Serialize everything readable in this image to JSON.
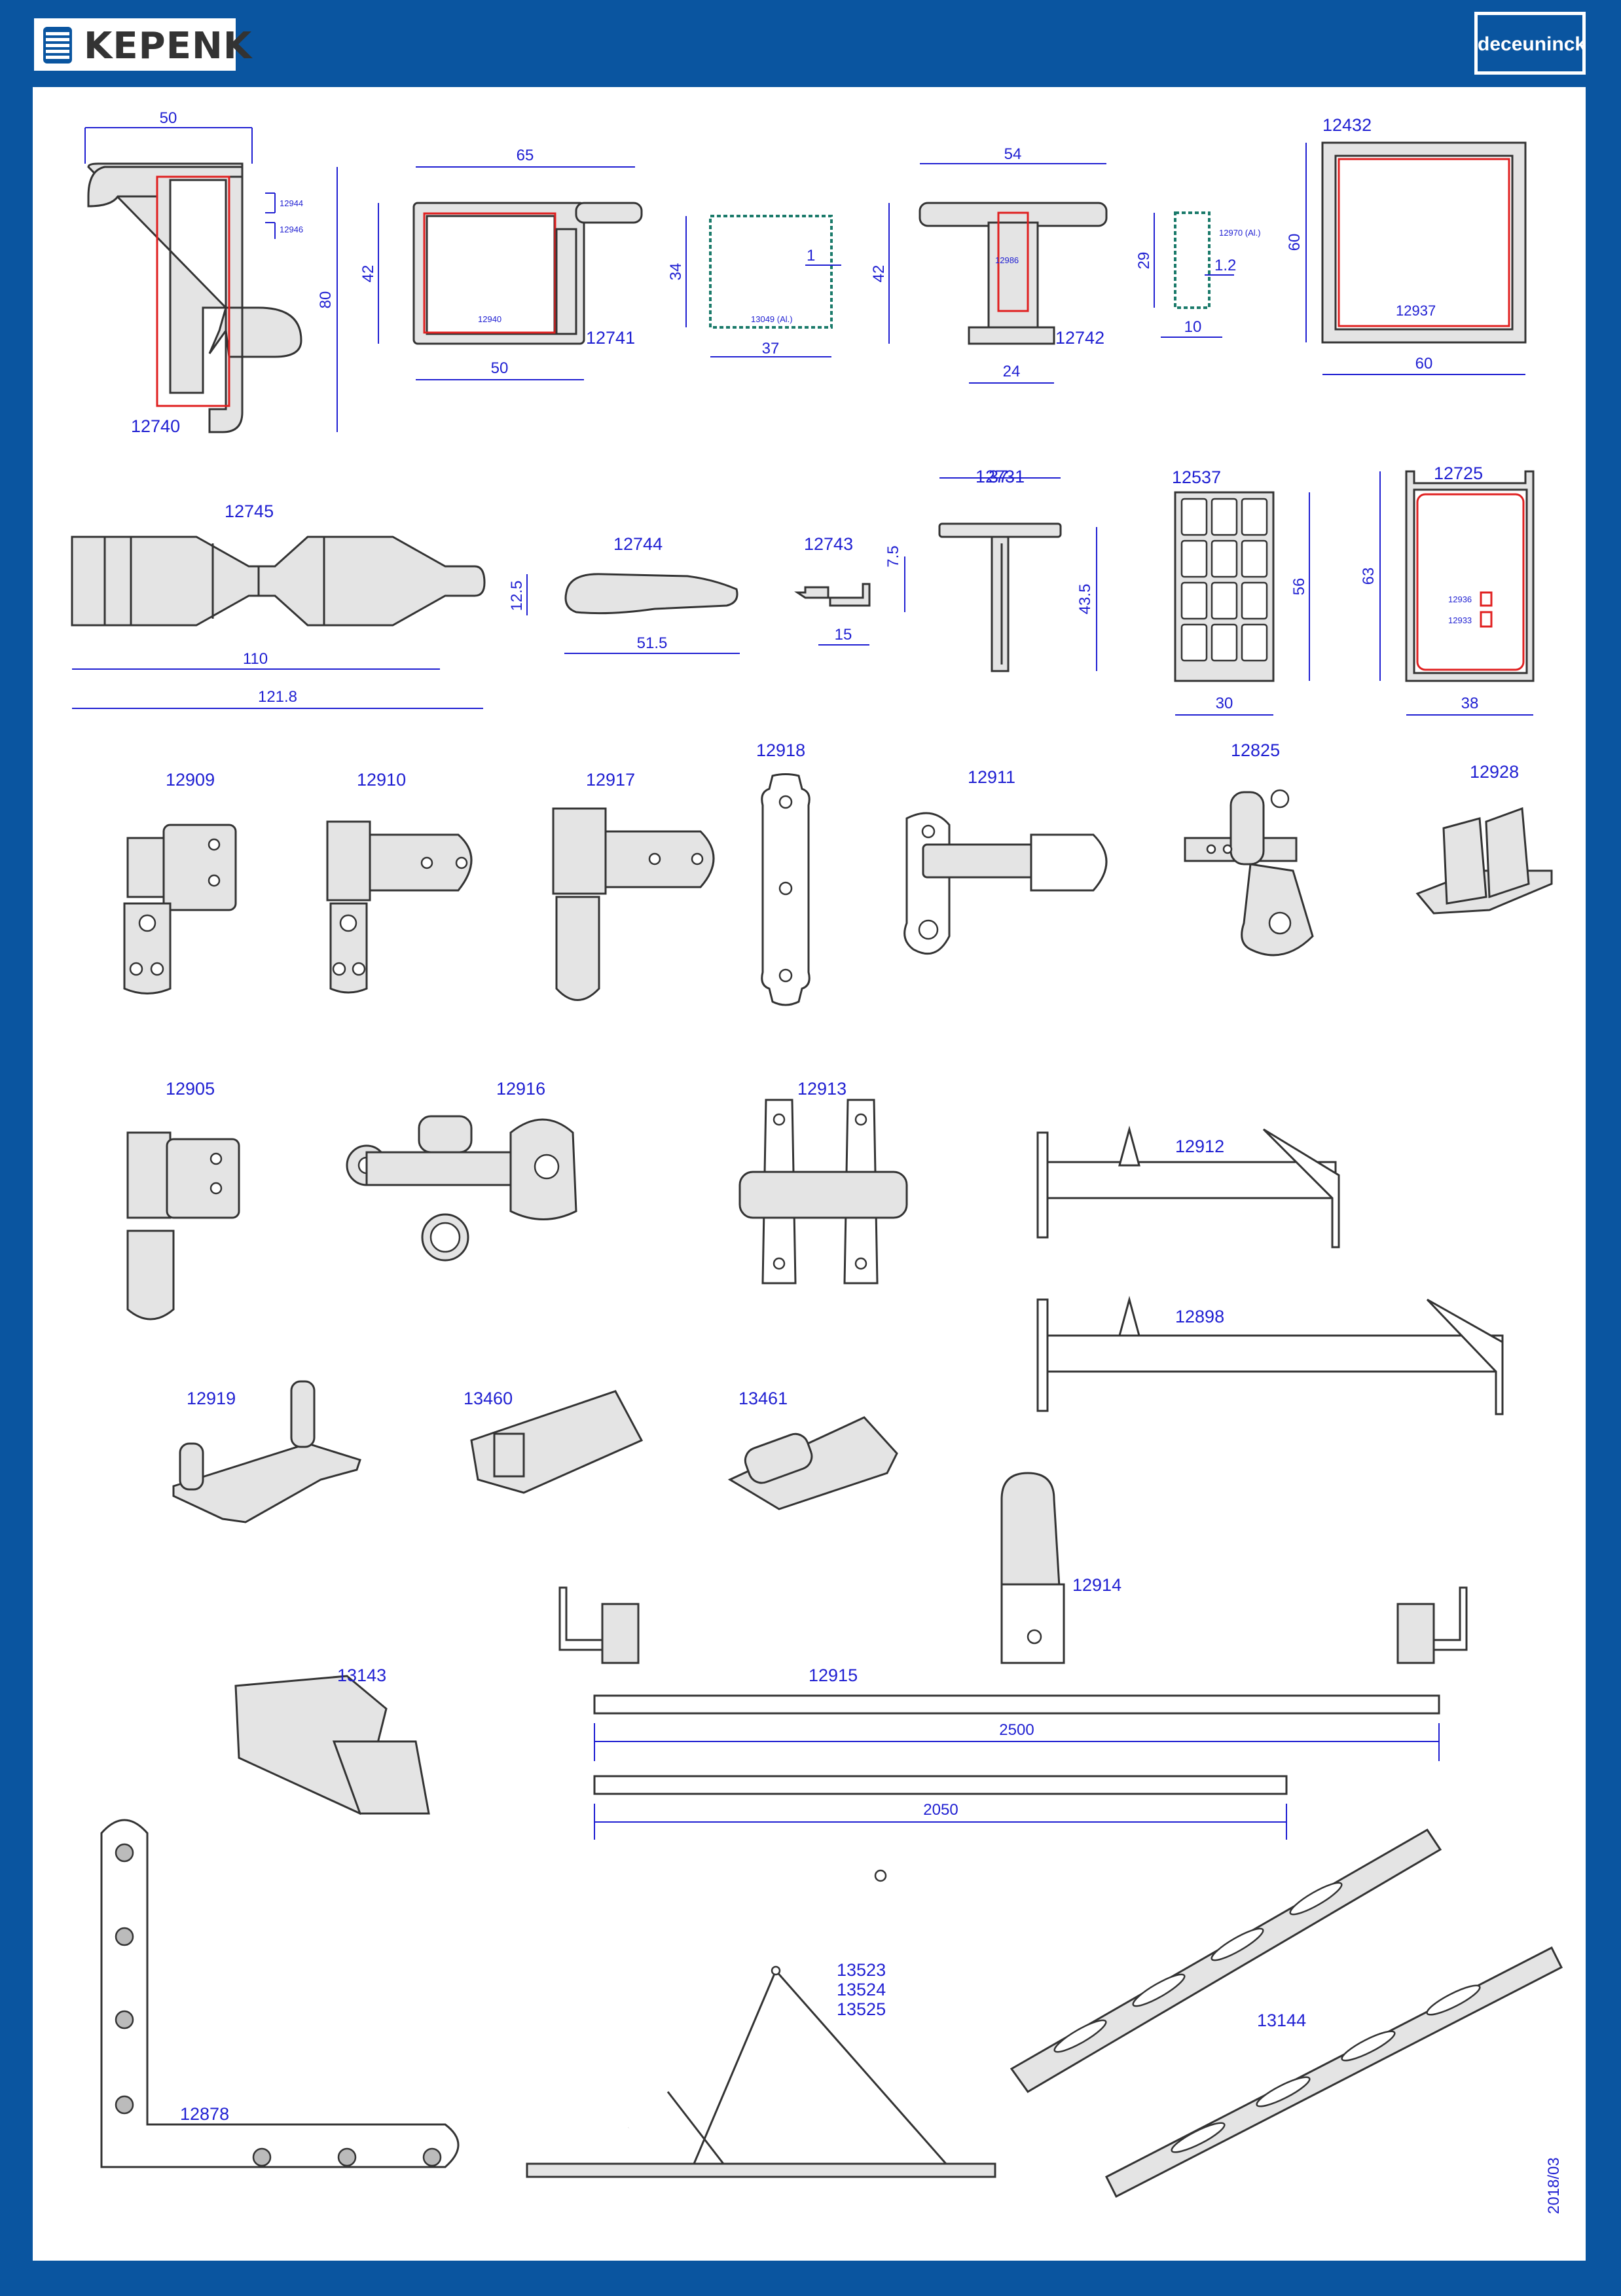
{
  "brand": {
    "left": "KEPENK",
    "right": "deceuninck"
  },
  "colors": {
    "frame": "#0a55a0",
    "dimension": "#1f1fd2",
    "reinforcement": "#e02020",
    "aluminium": "#1a7a6a"
  },
  "profiles": {
    "p12740": {
      "code": "12740",
      "dims": [
        "50",
        "80"
      ],
      "notes": [
        "12944",
        "12946"
      ]
    },
    "p12741": {
      "code": "12741",
      "dims": [
        "65",
        "42",
        "50"
      ],
      "inner": "12940"
    },
    "p13049": {
      "code": "13049 (Al.)",
      "dims": [
        "34",
        "1",
        "37"
      ]
    },
    "p12742": {
      "code": "12742",
      "dims": [
        "54",
        "42",
        "24"
      ],
      "inner": "12986"
    },
    "p12970": {
      "code": "12970 (Al.)",
      "dims": [
        "29",
        "1.2",
        "10"
      ]
    },
    "p12432": {
      "code": "12432",
      "dims": [
        "60",
        "60"
      ],
      "inner": "12937"
    },
    "p12745": {
      "code": "12745",
      "dims": [
        "110",
        "121.8"
      ]
    },
    "p12744": {
      "code": "12744",
      "dims": [
        "12.5",
        "51.5"
      ]
    },
    "p12743": {
      "code": "12743",
      "dims": [
        "7.5",
        "15"
      ]
    },
    "p12731": {
      "code": "12731",
      "top": "37",
      "dims": [
        "43.5"
      ]
    },
    "p12537": {
      "code": "12537",
      "dims": [
        "56",
        "30"
      ]
    },
    "p12725": {
      "code": "12725",
      "dims": [
        "63",
        "38"
      ],
      "inner": [
        "12936",
        "12933"
      ]
    }
  },
  "hardware": [
    "12909",
    "12910",
    "12917",
    "12918",
    "12911",
    "12825",
    "12928",
    "12905",
    "12916",
    "12913",
    "12912",
    "12898",
    "12919",
    "13460",
    "13461",
    "12914",
    "13143",
    "12915",
    "12878",
    "13144"
  ],
  "rods": {
    "long": "2500",
    "short": "2050"
  },
  "stay_codes": [
    "13523",
    "13524",
    "13525"
  ],
  "version": "2018/03"
}
